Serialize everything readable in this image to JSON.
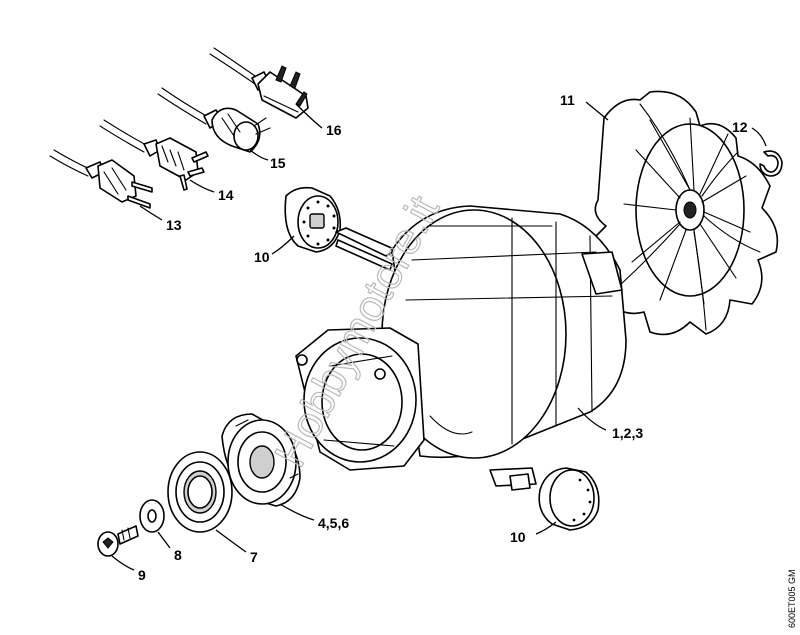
{
  "watermark": "Hobbymotore.it",
  "drawing_code": "600ET005 GM",
  "callouts": {
    "c16": "16",
    "c15": "15",
    "c14": "14",
    "c13": "13",
    "c11": "11",
    "c12": "12",
    "c10a": "10",
    "c10b": "10",
    "c123": "1,2,3",
    "c456": "4,5,6",
    "c7": "7",
    "c8": "8",
    "c9": "9"
  }
}
